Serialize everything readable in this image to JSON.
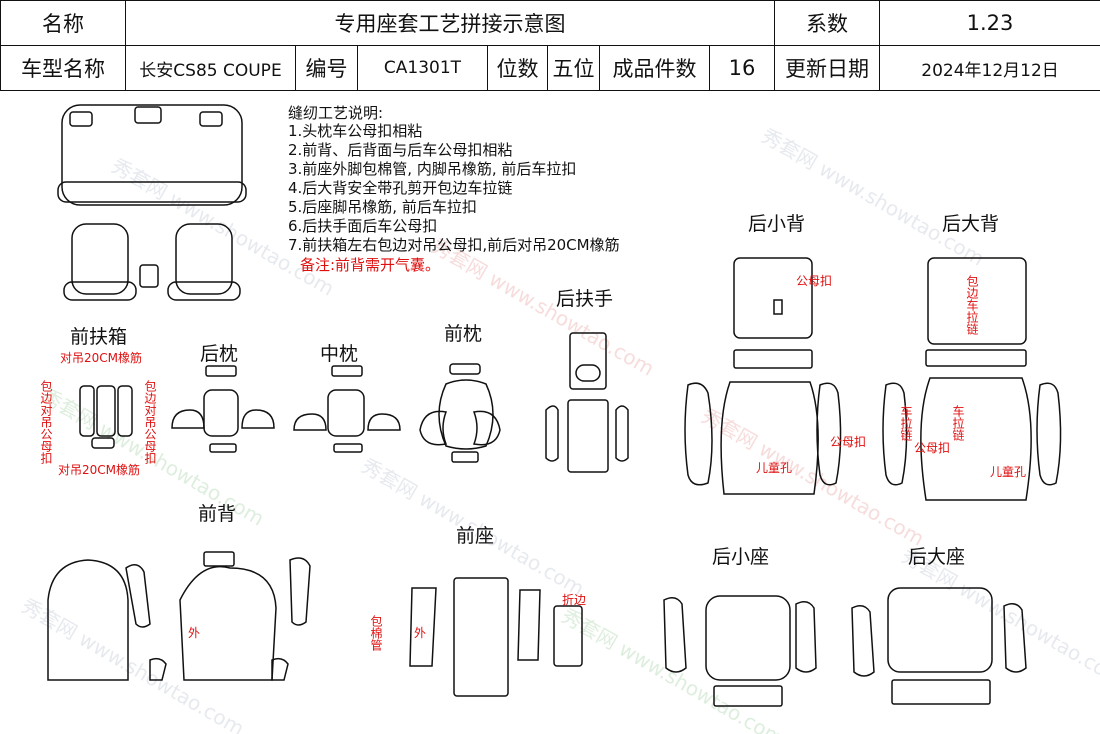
{
  "header": {
    "row1": {
      "name_label": "名称",
      "title": "专用座套工艺拼接示意图",
      "coef_label": "系数",
      "coef_value": "1.23"
    },
    "row2": {
      "model_label": "车型名称",
      "model_value": "长安CS85 COUPE",
      "code_label": "编号",
      "code_value": "CA1301T",
      "seats_label": "位数",
      "seats_value": "五位",
      "pieces_label": "成品件数",
      "pieces_value": "16",
      "date_label": "更新日期",
      "date_value": "2024年12月12日"
    }
  },
  "notes": {
    "title": "缝纫工艺说明:",
    "items": [
      "1.头枕车公母扣相粘",
      "2.前背、后背面与后车公母扣相粘",
      "3.前座外脚包棉管, 内脚吊橡筋, 前后车拉扣",
      "4.后大背安全带孔剪开包边车拉链",
      "5.后座脚吊橡筋, 前后车拉扣",
      "6.后扶手面后车公母扣",
      "7.前扶箱左右包边对吊公母扣,前后对吊20CM橡筋"
    ],
    "remark": "备注:前背需开气囊。"
  },
  "sections": {
    "front_console": "前扶箱",
    "rear_headrest": "后枕",
    "mid_headrest": "中枕",
    "front_headrest": "前枕",
    "rear_armrest": "后扶手",
    "rear_small_back": "后小背",
    "rear_big_back": "后大背",
    "front_back": "前背",
    "front_seat": "前座",
    "rear_small_seat": "后小座",
    "rear_big_seat": "后大座"
  },
  "annotations": {
    "console_top": "对吊20CM橡筋",
    "console_bottom": "对吊20CM橡筋",
    "console_left": "包边对吊公母扣",
    "console_right": "包边对吊公母扣",
    "small_back_snap": "公母扣",
    "small_back_snap2": "公母扣",
    "small_back_child": "儿童孔",
    "big_back_zip": "包边车拉链",
    "big_back_left": "车拉链",
    "big_back_right": "车拉链",
    "big_back_snap": "公母扣",
    "big_back_child": "儿童孔",
    "front_back_outer": "外",
    "front_seat_tube": "包棉管",
    "front_seat_outer": "外",
    "front_seat_fold": "折边"
  },
  "watermark": "秀套网 www.showtao.com",
  "colors": {
    "line": "#111111",
    "annotation": "#e01010",
    "watermark": "#d7dce4"
  }
}
